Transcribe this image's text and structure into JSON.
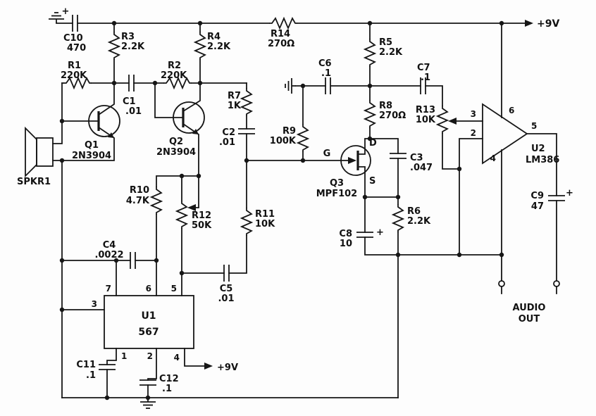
{
  "rails": {
    "top_power": "+9V",
    "u1_power": "+9V"
  },
  "audio_out": {
    "line1": "AUDIO",
    "line2": "OUT"
  },
  "speaker": {
    "ref": "SPKR1"
  },
  "resistors": {
    "r1": {
      "ref": "R1",
      "value": "220K"
    },
    "r2": {
      "ref": "R2",
      "value": "220K"
    },
    "r3": {
      "ref": "R3",
      "value": "2.2K"
    },
    "r4": {
      "ref": "R4",
      "value": "2.2K"
    },
    "r5": {
      "ref": "R5",
      "value": "2.2K"
    },
    "r6": {
      "ref": "R6",
      "value": "2.2K"
    },
    "r7": {
      "ref": "R7",
      "value": "1K"
    },
    "r8": {
      "ref": "R8",
      "value": "270Ω"
    },
    "r9": {
      "ref": "R9",
      "value": "100K"
    },
    "r10": {
      "ref": "R10",
      "value": "4.7K"
    },
    "r11": {
      "ref": "R11",
      "value": "10K"
    },
    "r12": {
      "ref": "R12",
      "value": "50K"
    },
    "r13": {
      "ref": "R13",
      "value": "10K"
    },
    "r14": {
      "ref": "R14",
      "value": "270Ω"
    }
  },
  "capacitors": {
    "c1": {
      "ref": "C1",
      "value": ".01"
    },
    "c2": {
      "ref": "C2",
      "value": ".01"
    },
    "c3": {
      "ref": "C3",
      "value": ".047"
    },
    "c4": {
      "ref": "C4",
      "value": ".0022"
    },
    "c5": {
      "ref": "C5",
      "value": ".01"
    },
    "c6": {
      "ref": "C6",
      "value": ".1"
    },
    "c7": {
      "ref": "C7",
      "value": ".1"
    },
    "c8": {
      "ref": "C8",
      "value": "10",
      "polarity": "+"
    },
    "c9": {
      "ref": "C9",
      "value": "47",
      "polarity": "+"
    },
    "c10": {
      "ref": "C10",
      "value": "470",
      "polarity": "+"
    },
    "c11": {
      "ref": "C11",
      "value": ".1"
    },
    "c12": {
      "ref": "C12",
      "value": ".1"
    }
  },
  "transistors": {
    "q1": {
      "ref": "Q1",
      "part": "2N3904"
    },
    "q2": {
      "ref": "Q2",
      "part": "2N3904"
    },
    "q3": {
      "ref": "Q3",
      "part": "MPF102",
      "gate": "G",
      "drain": "D",
      "source": "S"
    }
  },
  "ics": {
    "u1": {
      "ref": "U1",
      "part": "567",
      "pins": {
        "p1": "1",
        "p2": "2",
        "p3": "3",
        "p4": "4",
        "p5": "5",
        "p6": "6",
        "p7": "7"
      }
    },
    "u2": {
      "ref": "U2",
      "part": "LM386",
      "pins": {
        "p2": "2",
        "p3": "3",
        "p4": "4",
        "p5": "5",
        "p6": "6"
      }
    }
  }
}
